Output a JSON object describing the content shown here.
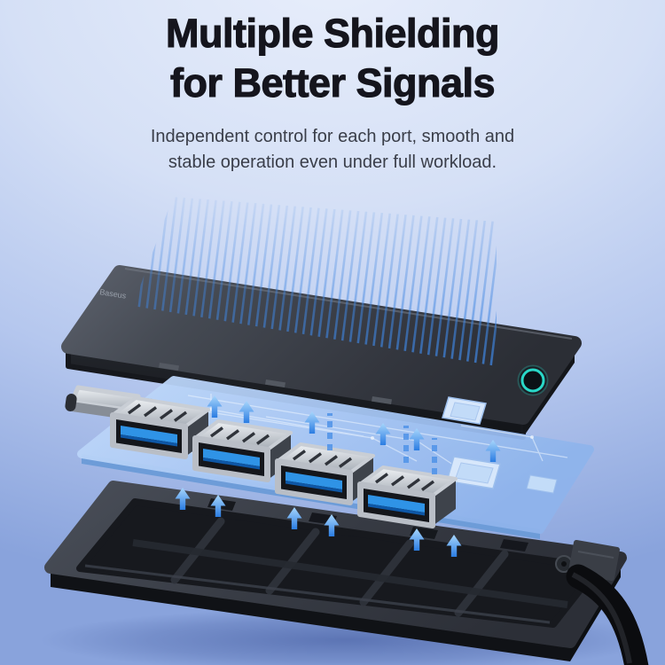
{
  "page": {
    "background_top_color": "#e8eefb",
    "background_bottom_color": "#89a3dc"
  },
  "header": {
    "title_line1": "Multiple Shielding",
    "title_line2": "for Better Signals",
    "subtitle_line1": "Independent control for each port, smooth and",
    "subtitle_line2": "stable operation even under full workload.",
    "title_color": "#15151d",
    "subtitle_color": "#3a3e49"
  },
  "illustration": {
    "brand_label": "Baseus",
    "usb_a_port_count": 4,
    "shield_ray_color": "#3f86e2",
    "arrow_color": "#2b7ce2",
    "led_ring_color": "#29d8c8",
    "pcb_color": "#a9c8f4",
    "top_cover_color": "#33363e",
    "bottom_shell_color": "#383c45",
    "cable_color": "#0b0c0f"
  }
}
